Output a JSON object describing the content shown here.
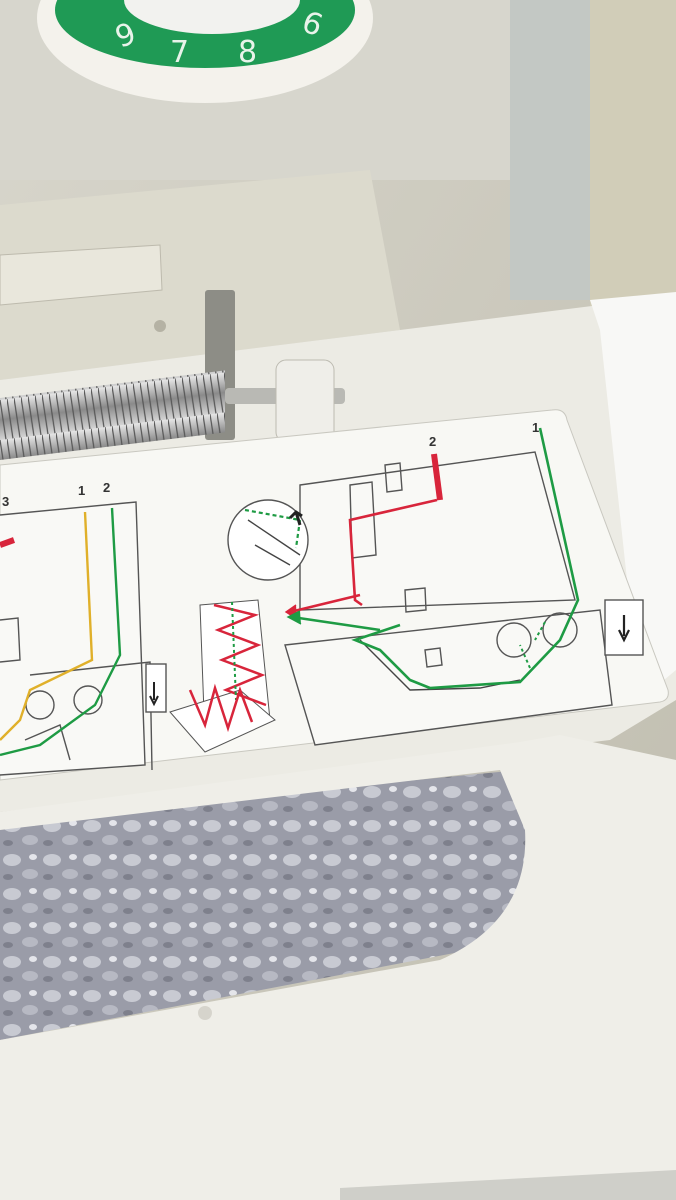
{
  "photo": {
    "subject": "Serger / overlock machine front cover open, threading diagram label",
    "dial": {
      "digits": [
        "6",
        "7",
        "8",
        "9"
      ],
      "ring_color": "#1f9a55"
    },
    "left_diagram": {
      "thread_numbers": [
        "3",
        "1",
        "2"
      ]
    },
    "right_diagram": {
      "thread_numbers": [
        "2",
        "1"
      ]
    },
    "colors": {
      "thread_red": "#d8253b",
      "thread_green": "#1e9b44",
      "thread_yellow": "#e0b02a",
      "label_bg": "#f8f8f4",
      "plastic": "#e9e8e0"
    }
  }
}
